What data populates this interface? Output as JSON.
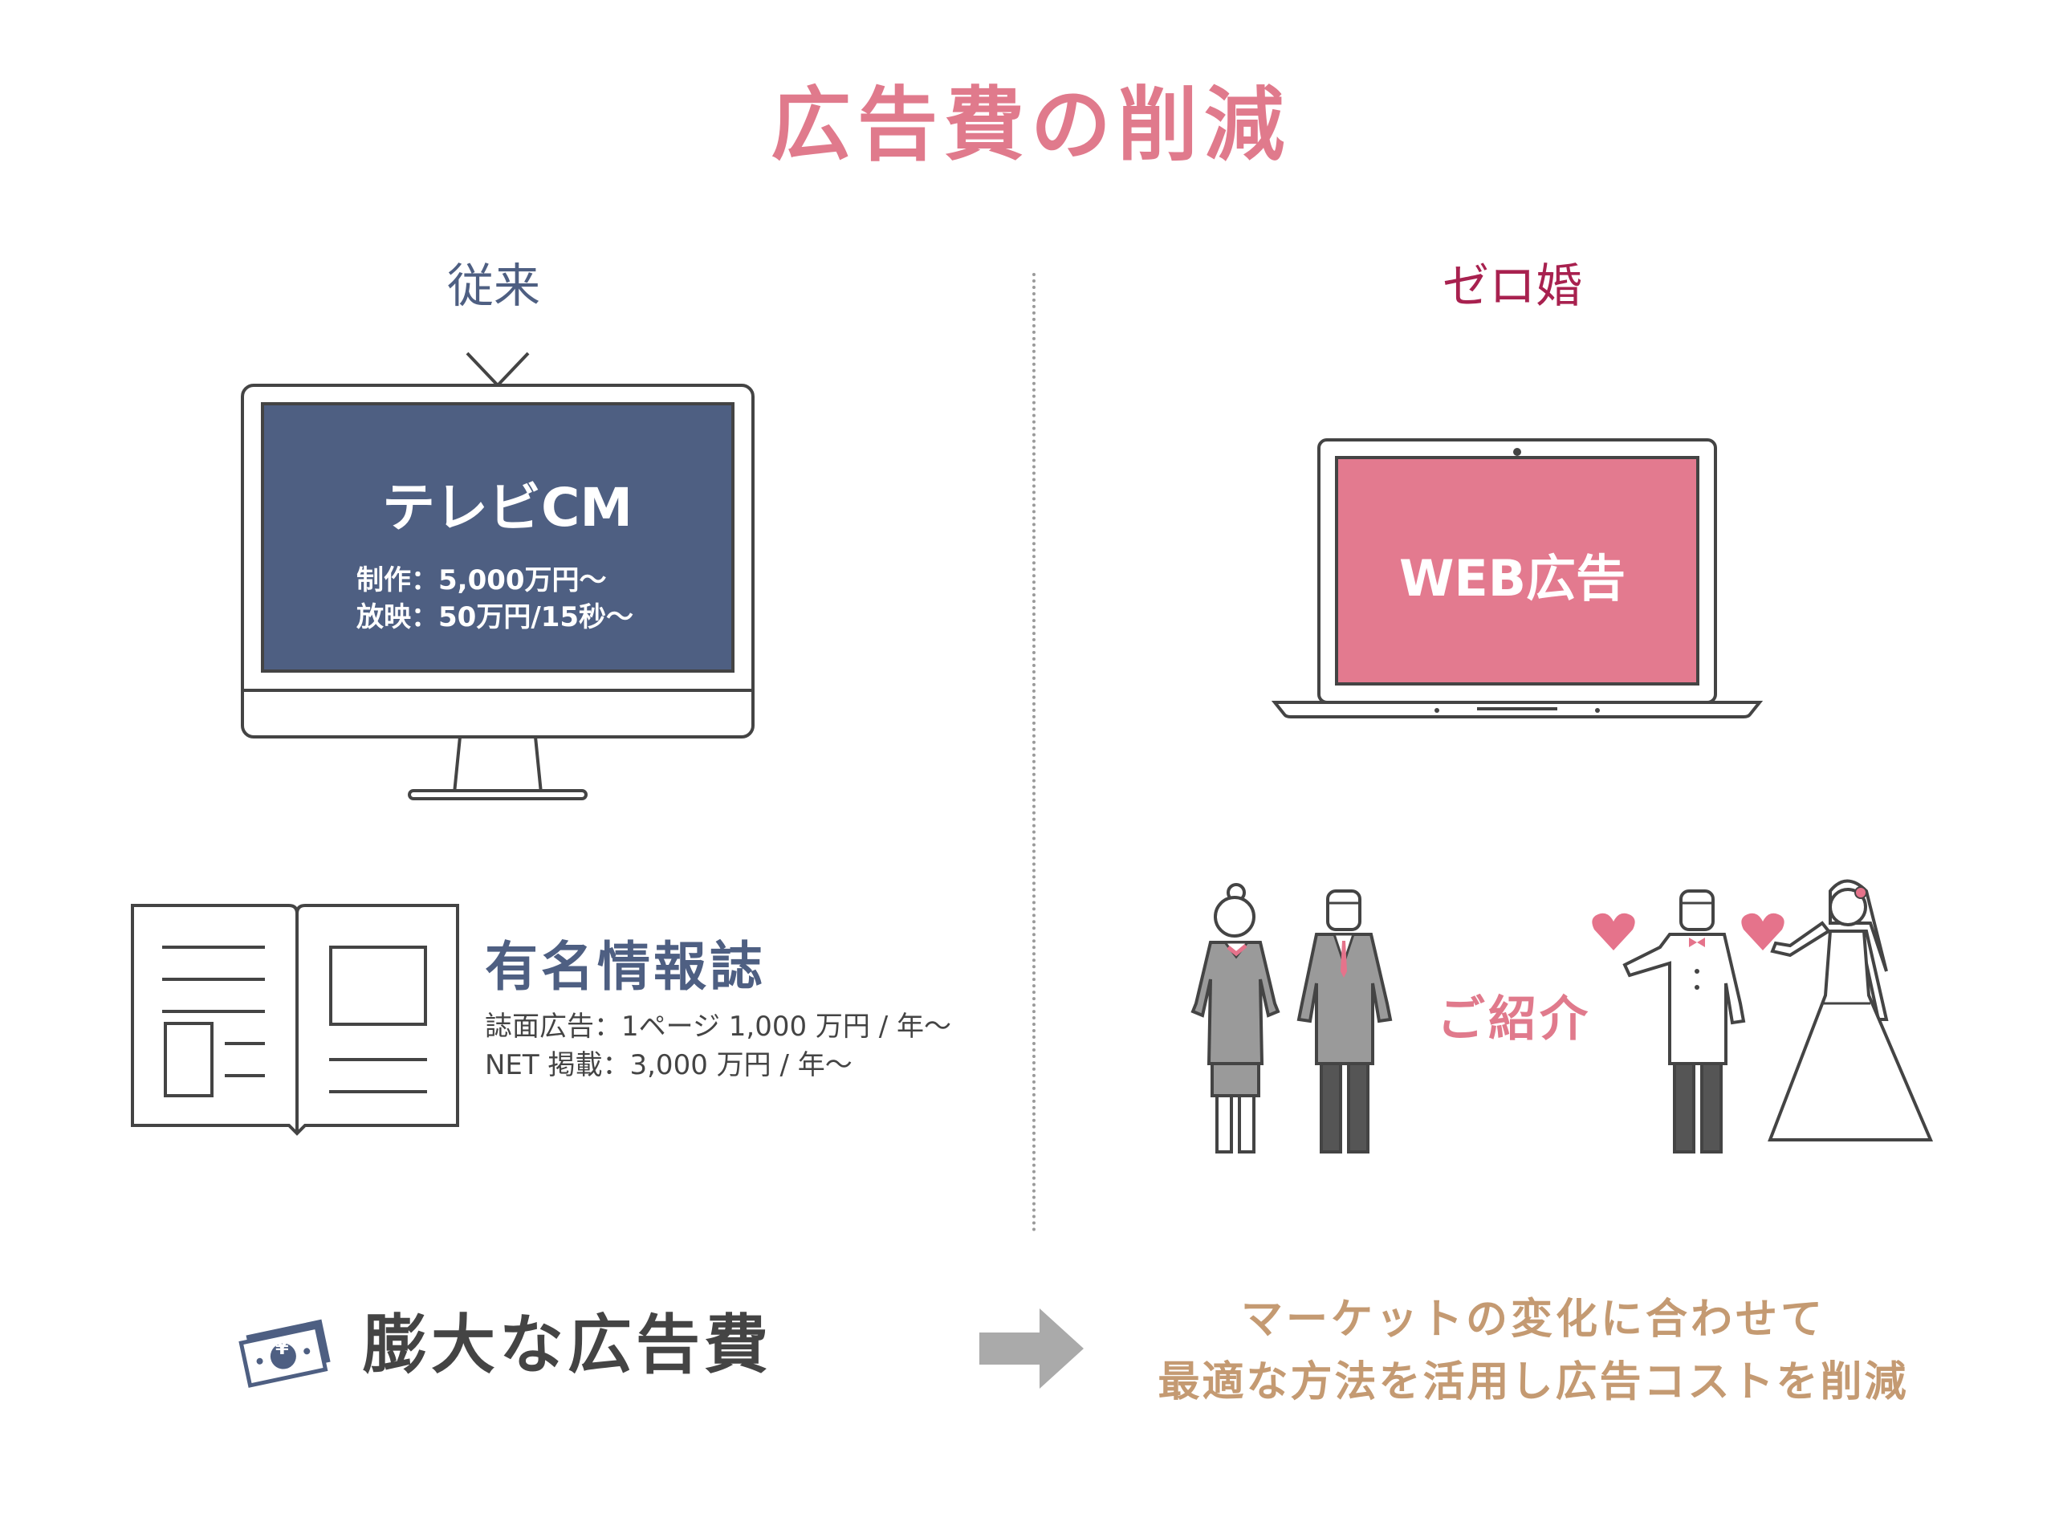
{
  "title": "広告費の削減",
  "left": {
    "heading": "従来",
    "tv": {
      "title": "テレビCM",
      "line1": "制作：5,000万円〜",
      "line2": "放映：50万円/15秒〜"
    },
    "magazine": {
      "title": "有名情報誌",
      "line1": "誌面広告：1ページ 1,000 万円 / 年〜",
      "line2": "NET 掲載：3,000 万円 / 年〜"
    },
    "bottom_label": "膨大な広告費",
    "money_icon_symbol": "¥"
  },
  "right": {
    "heading": "ゼロ婚",
    "laptop_label": "WEB広告",
    "intro_label": "ご紹介",
    "bottom_line1": "マーケットの変化に合わせて",
    "bottom_line2": "最適な方法を活用し広告コストを削減"
  },
  "colors": {
    "title_pink": "#e07a8c",
    "navy": "#4e5f82",
    "crimson": "#a8214f",
    "laptop_pink": "#e37a8f",
    "outline": "#444444",
    "text_dark": "#444444",
    "tan": "#c49a72",
    "arrow_gray": "#aaaaaa",
    "heart_pink": "#e5738b"
  }
}
